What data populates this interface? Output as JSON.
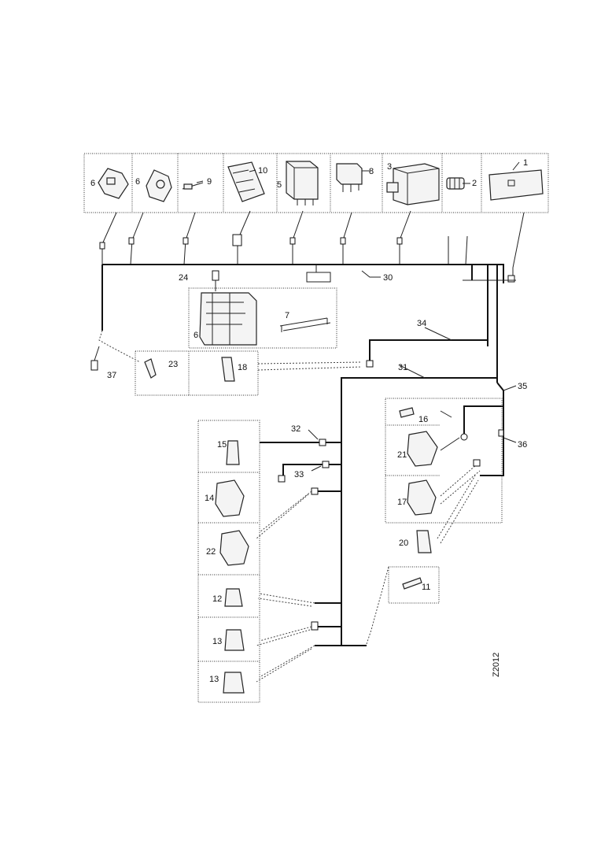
{
  "diagram": {
    "component_labels": [
      "6",
      "6",
      "9",
      "10",
      "5",
      "8",
      "3",
      "2",
      "1",
      "24",
      "7",
      "6",
      "23",
      "18",
      "37",
      "34",
      "31",
      "35",
      "32",
      "15",
      "33",
      "14",
      "16",
      "21",
      "36",
      "17",
      "22",
      "20",
      "12",
      "11",
      "13",
      "13"
    ],
    "harness_labels": [
      "30"
    ],
    "figure_code": "Z2012"
  }
}
